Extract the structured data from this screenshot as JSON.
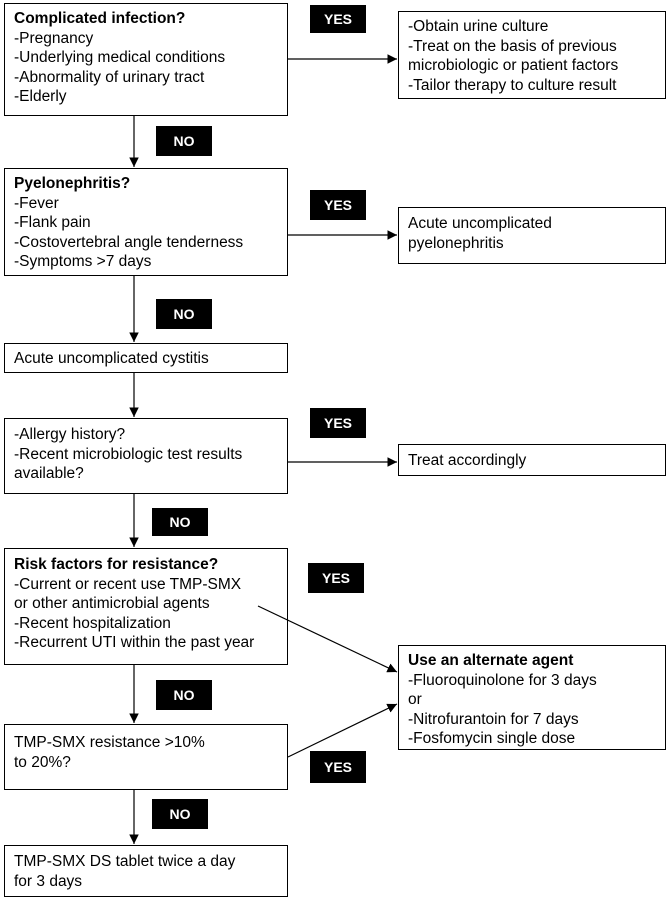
{
  "boxes": {
    "complicated": {
      "title": "Complicated infection?",
      "lines": [
        "-Pregnancy",
        "-Underlying medical conditions",
        "-Abnormality of urinary tract",
        "-Elderly"
      ]
    },
    "culture": {
      "lines": [
        "-Obtain urine culture",
        "-Treat on the basis of previous",
        "microbiologic or patient factors",
        "-Tailor therapy to culture result"
      ]
    },
    "pyelo": {
      "title": "Pyelonephritis?",
      "lines": [
        "-Fever",
        "-Flank pain",
        "-Costovertebral angle tenderness",
        "-Symptoms >7 days"
      ]
    },
    "acute_pyelo": {
      "lines": [
        "Acute uncomplicated",
        "pyelonephritis"
      ]
    },
    "cystitis": {
      "lines": [
        "Acute uncomplicated cystitis"
      ]
    },
    "allergy": {
      "lines": [
        "-Allergy history?",
        "-Recent microbiologic test results",
        "available?"
      ]
    },
    "treat": {
      "lines": [
        "Treat accordingly"
      ]
    },
    "risk": {
      "title": "Risk factors for resistance?",
      "lines": [
        "-Current or recent use TMP-SMX",
        "or other antimicrobial agents",
        "-Recent hospitalization",
        "-Recurrent UTI within the past year"
      ]
    },
    "alternate": {
      "title": "Use an alternate agent",
      "lines": [
        "-Fluoroquinolone for 3 days",
        "or",
        "-Nitrofurantoin for 7 days",
        "-Fosfomycin single dose"
      ]
    },
    "resistance": {
      "lines": [
        "TMP-SMX resistance >10%",
        "to 20%?"
      ]
    },
    "final": {
      "lines": [
        "TMP-SMX DS tablet twice a day",
        "for 3 days"
      ]
    }
  },
  "labels": {
    "yes": "YES",
    "no": "NO"
  }
}
